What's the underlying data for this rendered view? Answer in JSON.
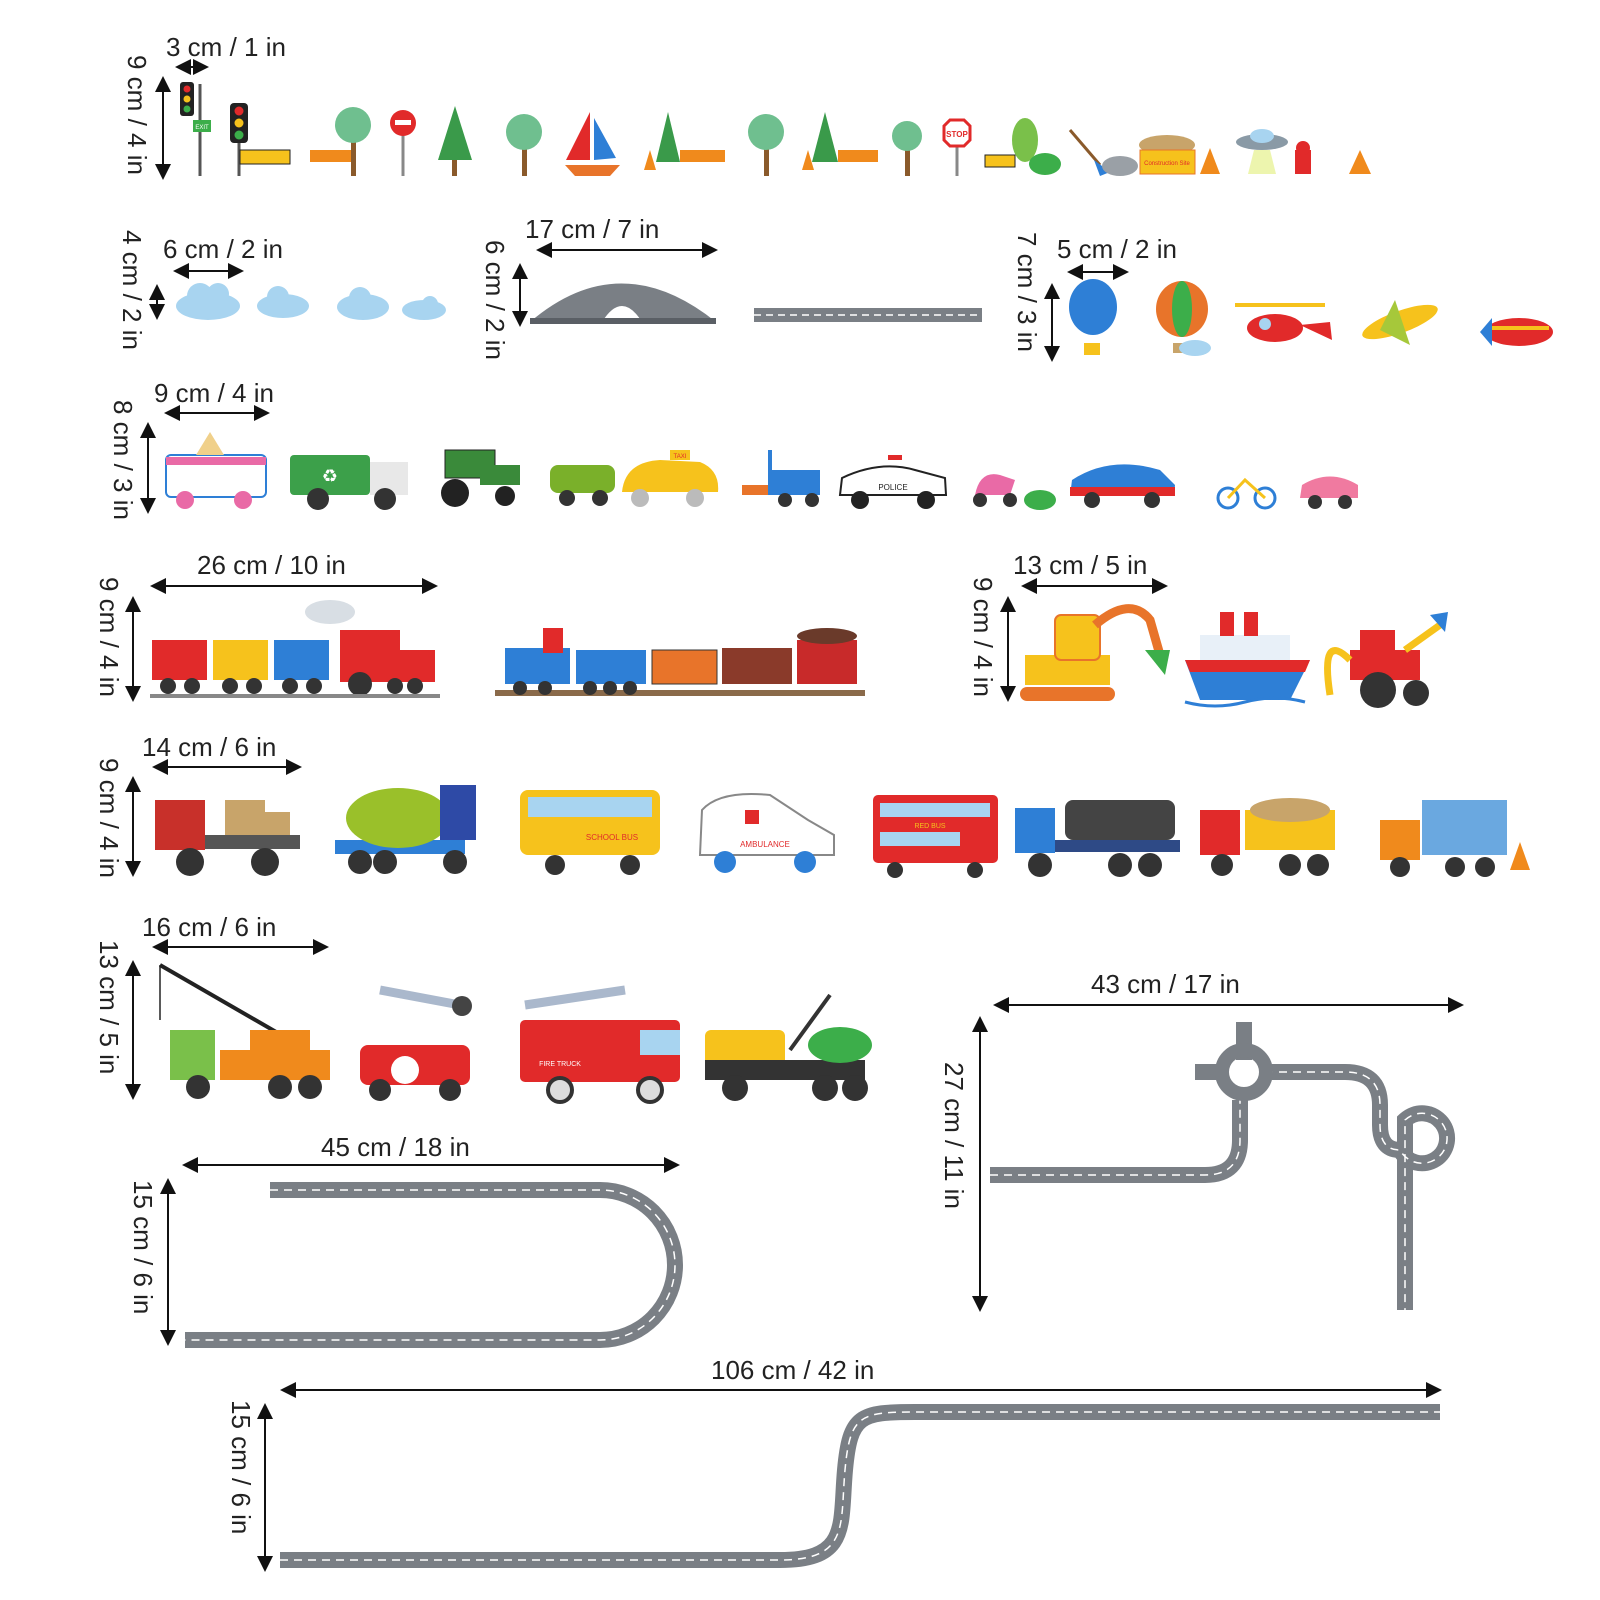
{
  "dimensions": {
    "row1_w": "3 cm / 1 in",
    "row1_h": "9 cm / 4 in",
    "clouds_w": "6 cm / 2 in",
    "clouds_h": "4 cm / 2 in",
    "bridge_w": "17 cm / 7 in",
    "bridge_h": "6 cm / 2 in",
    "air_w": "5 cm / 2 in",
    "air_h": "7 cm / 3 in",
    "cars_w": "9 cm / 4 in",
    "cars_h": "8 cm / 3 in",
    "train_w": "26 cm / 10 in",
    "train_h": "9 cm / 4 in",
    "dig_w": "13 cm / 5 in",
    "dig_h": "9 cm / 4 in",
    "trucks_w": "14 cm / 6 in",
    "trucks_h": "9 cm / 4 in",
    "crane_w": "16 cm / 6 in",
    "crane_h": "13 cm / 5 in",
    "loop_w": "43 cm / 17 in",
    "loop_h": "27 cm / 11 in",
    "ucurve_w": "45 cm / 18 in",
    "ucurve_h": "15 cm / 6 in",
    "long_w": "106 cm / 42 in",
    "long_h": "15 cm / 6 in"
  },
  "sticker_text": {
    "exit_sign": "EXIT",
    "stop_sign": "STOP",
    "construction_sign": "Construction Site",
    "taxi_sign": "TAXI",
    "police_label": "POLICE",
    "school_bus_label": "SCHOOL BUS",
    "ambulance_label": "AMBULANCE",
    "red_bus_label": "RED BUS",
    "fire_truck_label": "FIRE TRUCK"
  },
  "colors": {
    "road": "#7a7f85",
    "road_line": "#ffffff",
    "red": "#e12a2a",
    "yellow": "#f6c21c",
    "blue": "#2e7fd6",
    "green": "#3cae4a",
    "orange": "#f08a1c",
    "tree_green": "#6fbf8f",
    "cloud": "#a8d4f0"
  }
}
